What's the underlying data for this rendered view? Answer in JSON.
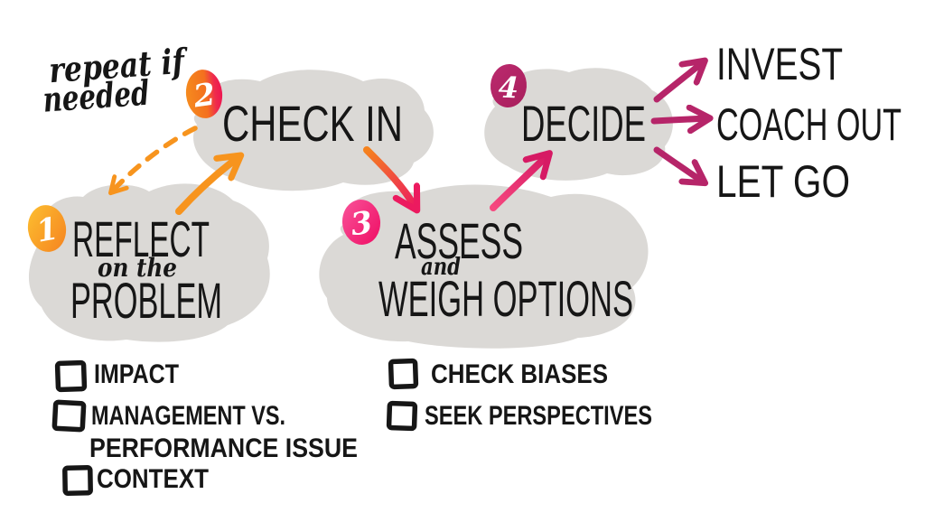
{
  "title_note": {
    "line1": "repeat if",
    "line2": "needed"
  },
  "steps": [
    {
      "number": "1",
      "title": "REFLECT",
      "connector": "on the",
      "title2": "PROBLEM"
    },
    {
      "number": "2",
      "title": "CHECK IN"
    },
    {
      "number": "3",
      "title": "ASSESS",
      "connector": "and",
      "title2": "WEIGH OPTIONS"
    },
    {
      "number": "4",
      "title": "DECIDE"
    }
  ],
  "outcomes": [
    {
      "label": "INVEST"
    },
    {
      "label": "COACH OUT"
    },
    {
      "label": "LET GO"
    }
  ],
  "checklists": {
    "reflect": [
      {
        "label": "IMPACT"
      },
      {
        "label": "MANAGEMENT VS.",
        "label2": "PERFORMANCE ISSUE"
      },
      {
        "label": "CONTEXT"
      }
    ],
    "assess": [
      {
        "label": "CHECK BIASES"
      },
      {
        "label": "SEEK PERSPECTIVES"
      }
    ]
  },
  "colors": {
    "blob_gray": "#DBD9D6",
    "ink_black": "#161616",
    "orange": "#F7941E",
    "orange_deep": "#F4731F",
    "red_pink": "#EE2050",
    "pink": "#F2146D",
    "pink_arrow": "#D61A64",
    "magenta": "#B62569"
  }
}
